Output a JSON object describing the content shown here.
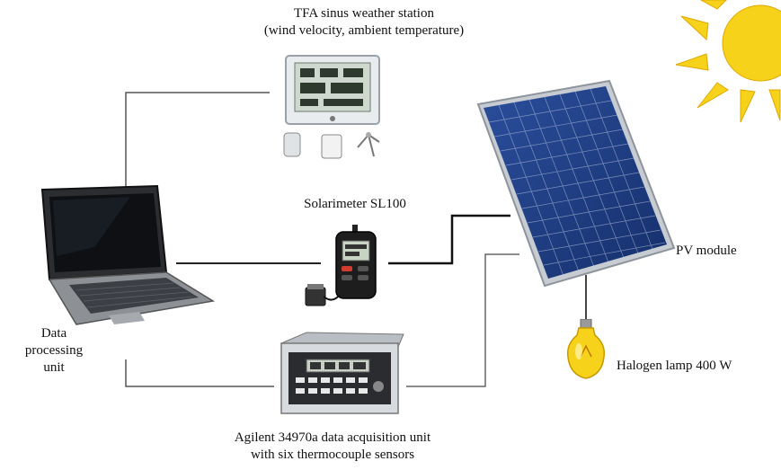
{
  "weather_station": {
    "title": "TFA sinus weather station",
    "subtitle": "(wind velocity, ambient temperature)"
  },
  "solarimeter": {
    "label": "Solarimeter SL100"
  },
  "data_processing": {
    "line1": "Data",
    "line2": "processing",
    "line3": "unit"
  },
  "pv_module": {
    "label": "PV module"
  },
  "lamp": {
    "label": "Halogen lamp 400 W"
  },
  "daq": {
    "line1": "Agilent 34970a data acquisition unit",
    "line2": "with six thermocouple sensors"
  },
  "colors": {
    "sun": "#f7d21a",
    "panel": "#1e3f8a",
    "panel_frame": "#c7ccd3",
    "wire": "#222222",
    "wire_light": "#555555"
  }
}
